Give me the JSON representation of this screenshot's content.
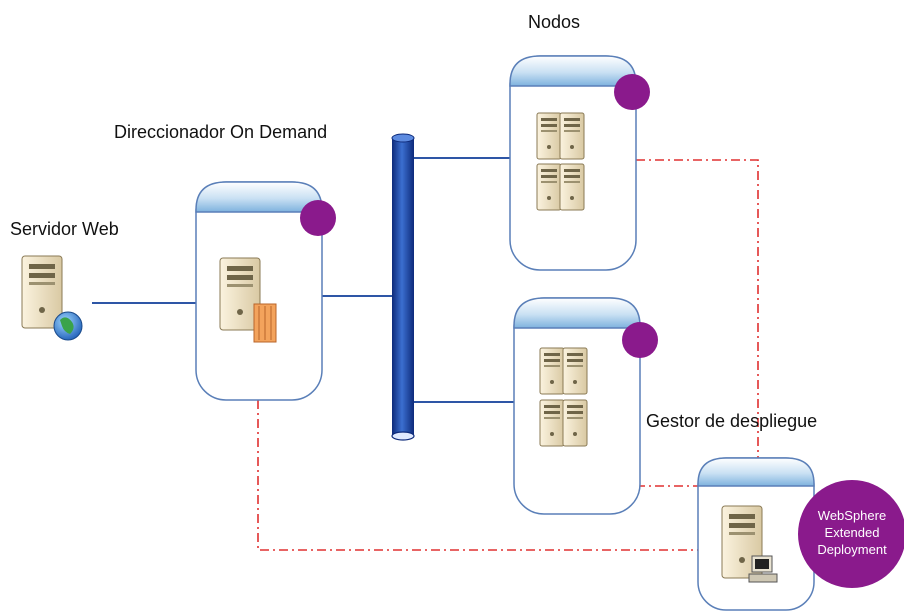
{
  "labels": {
    "nodes": "Nodos",
    "odr": "Direccionador On Demand",
    "web_server": "Servidor Web",
    "deployment_manager": "Gestor de despliegue"
  },
  "badge": {
    "line1": "WebSphere",
    "line2": "Extended",
    "line3": "Deployment"
  },
  "colors": {
    "badge_purple": "#8a1a8c",
    "link_line": "#2e56a6",
    "dashed_line": "#e03030",
    "bus_blue": "#1d3f99",
    "header_blue": "#a8cdea",
    "box_border": "#5a7fb8"
  }
}
